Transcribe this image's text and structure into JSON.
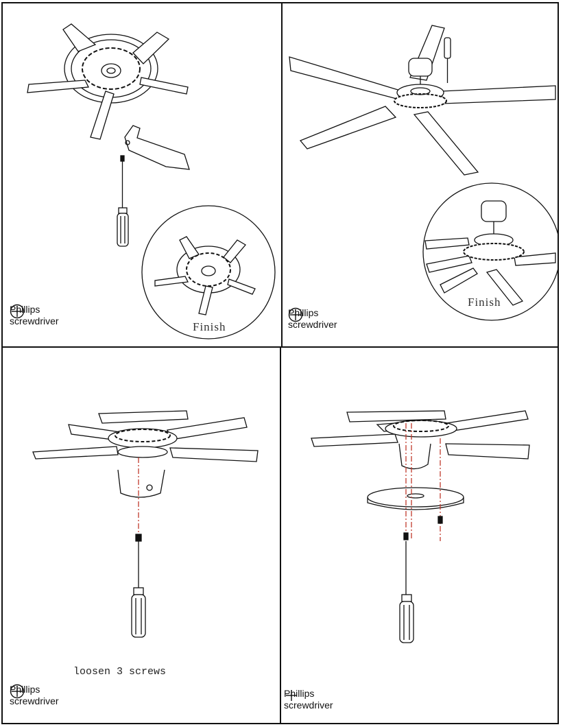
{
  "panels": [
    {
      "id": "step-a",
      "tool": {
        "line1": "Phillips",
        "line2": "screwdriver",
        "icon": "phillips-head-icon"
      },
      "inset_label": "Finish"
    },
    {
      "id": "step-b",
      "tool": {
        "line1": "Phillips",
        "line2": "screwdriver",
        "icon": "phillips-head-icon"
      },
      "inset_label": "Finish"
    },
    {
      "id": "step-c",
      "tool": {
        "line1": "Phillips",
        "line2": "screwdriver",
        "icon": "phillips-head-icon"
      },
      "instruction": "loosen 3 screws"
    },
    {
      "id": "step-d",
      "tool": {
        "line1": "Phillips",
        "line2": "screwdriver",
        "icon": "plus-icon"
      }
    }
  ],
  "colors": {
    "line": "#111111",
    "guide": "#c0392b",
    "background": "#ffffff"
  }
}
